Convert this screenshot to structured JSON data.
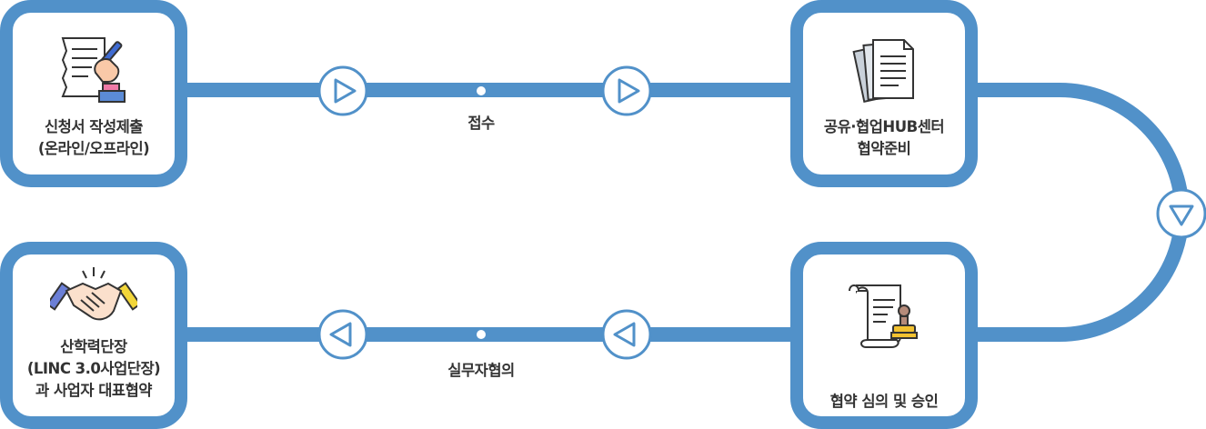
{
  "nodes": [
    {
      "id": "apply",
      "lines": [
        "신청서 작성제출",
        "(온라인/오프라인)"
      ],
      "icon": "writing-hand-icon"
    },
    {
      "id": "prepare",
      "lines": [
        "공유·협업HUB센터",
        "협약준비"
      ],
      "icon": "documents-icon"
    },
    {
      "id": "review",
      "lines": [
        "협약 심의 및 승인"
      ],
      "icon": "scroll-stamp-icon"
    },
    {
      "id": "sign",
      "lines": [
        "산학력단장",
        "(LINC 3.0사업단장)",
        "과 사업자 대표협약"
      ],
      "icon": "handshake-icon"
    }
  ],
  "edges": [
    {
      "from": "apply",
      "to": "prepare",
      "label": "접수"
    },
    {
      "from": "prepare",
      "to": "review",
      "label": ""
    },
    {
      "from": "review",
      "to": "sign",
      "label": "실무자협의"
    }
  ],
  "colors": {
    "track": "#5191c9",
    "text": "#333333",
    "node_fill": "#ffffff"
  }
}
